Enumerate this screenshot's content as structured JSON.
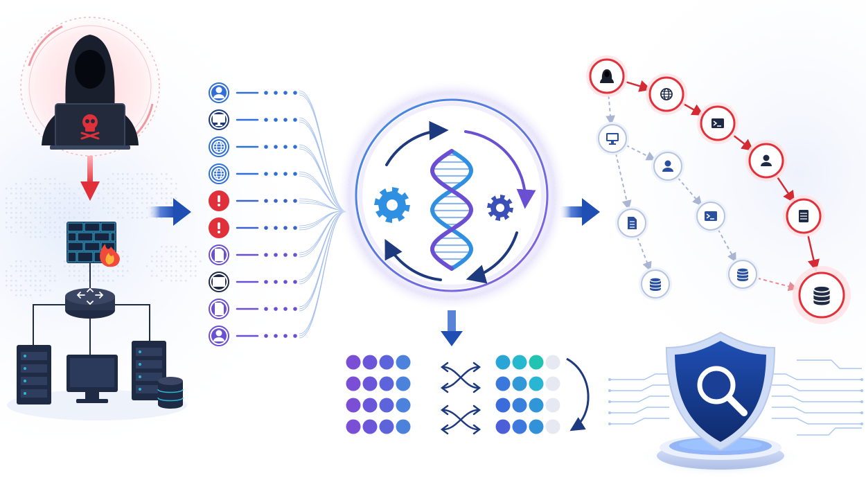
{
  "colors": {
    "threat_red": "#e0313b",
    "navy": "#1d3a7e",
    "blue": "#2f6fd6",
    "purple": "#6a4fd3",
    "cyan": "#2fb6d6",
    "teal": "#1fbfae",
    "light_gray": "#dfe4ee"
  },
  "attacker_scene": {
    "elements": [
      "hacker-icon",
      "skull-icon",
      "firewall-icon",
      "fire-icon",
      "router-icon",
      "server-icon",
      "monitor-icon",
      "database-icon"
    ]
  },
  "event_list": {
    "rows": [
      {
        "icon": "user-icon",
        "color": "#2f6fd6",
        "dots": "#2f6fd6"
      },
      {
        "icon": "monitor-icon",
        "color": "#1d3a7e",
        "dots": "#2f6fd6"
      },
      {
        "icon": "globe-icon",
        "color": "#2f6fd6",
        "dots": "#2f6fd6"
      },
      {
        "icon": "globe-icon",
        "color": "#2f6fd6",
        "dots": "#2f6fd6"
      },
      {
        "icon": "alert-icon",
        "color": "#e0313b",
        "dots": "#3d62c8"
      },
      {
        "icon": "alert-icon",
        "color": "#e0313b",
        "dots": "#3d62c8"
      },
      {
        "icon": "document-icon",
        "color": "#6a4fd3",
        "dots": "#6a4fd3"
      },
      {
        "icon": "terminal-icon",
        "color": "#1f2a44",
        "dots": "#6a4fd3"
      },
      {
        "icon": "document-icon",
        "color": "#6a4fd3",
        "dots": "#6a4fd3"
      },
      {
        "icon": "user-icon",
        "color": "#6a4fd3",
        "dots": "#6a4fd3"
      }
    ]
  },
  "genetic_engine": {
    "elements": [
      "dna-icon",
      "gear-icon",
      "gear-icon",
      "cycle-arrow-icon"
    ]
  },
  "population": {
    "left_rows": [
      [
        "#7a4fd6",
        "#6b55d8",
        "#5d63da",
        "#4a82dc"
      ],
      [
        "#7a4fd6",
        "#6b55d8",
        "#5d63da",
        "#4a82dc"
      ],
      [
        "#7a4fd6",
        "#6b55d8",
        "#5d63da",
        "#4a82dc"
      ],
      [
        "#7a4fd6",
        "#6b55d8",
        "#5d63da",
        "#4a82dc"
      ]
    ],
    "right_rows": [
      [
        "#2aa6d6",
        "#26b8cf",
        "#22c3b0",
        "#e6e9f1"
      ],
      [
        "#3b78dc",
        "#3398d8",
        "#2ab6d2",
        "#e6e9f1"
      ],
      [
        "#3b6cdc",
        "#3a7fdc",
        "#3096d8",
        "#e6e9f1"
      ],
      [
        "#4a5fd8",
        "#3d78dc",
        "#3292d8",
        "#e6e9f1"
      ]
    ],
    "operators": [
      "crossover-icon",
      "crossover-icon"
    ]
  },
  "attack_graph": {
    "nodes": [
      {
        "id": "n-hacker",
        "icon": "hacker-icon",
        "path": "attack"
      },
      {
        "id": "n-globe",
        "icon": "globe-icon",
        "path": "attack"
      },
      {
        "id": "n-term-red",
        "icon": "terminal-icon",
        "path": "attack"
      },
      {
        "id": "n-user-red",
        "icon": "user-icon",
        "path": "attack"
      },
      {
        "id": "n-server-red",
        "icon": "server-icon",
        "path": "attack"
      },
      {
        "id": "n-db-red",
        "icon": "database-icon",
        "path": "attack"
      },
      {
        "id": "n-monitor",
        "icon": "monitor-icon",
        "path": "benign"
      },
      {
        "id": "n-user",
        "icon": "user-icon",
        "path": "benign"
      },
      {
        "id": "n-doc",
        "icon": "document-icon",
        "path": "benign"
      },
      {
        "id": "n-term",
        "icon": "terminal-icon",
        "path": "benign"
      },
      {
        "id": "n-db1",
        "icon": "database-icon",
        "path": "benign"
      },
      {
        "id": "n-db2",
        "icon": "database-icon",
        "path": "benign"
      }
    ]
  },
  "detection": {
    "elements": [
      "shield-icon",
      "magnifier-icon"
    ]
  }
}
